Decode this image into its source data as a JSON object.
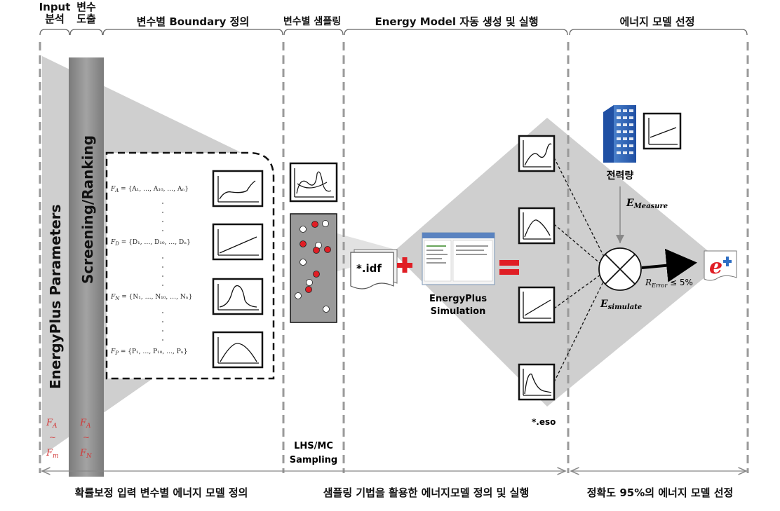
{
  "header": {
    "input_line1": "Input",
    "input_line2": "분석",
    "var_line1": "변수",
    "var_line2": "도출",
    "boundary": "변수별 Boundary 정의",
    "sampling": "변수별 샘플링",
    "model_gen": "Energy Model 자동 생성 및 실행",
    "selection": "에너지 모델 선정"
  },
  "labels": {
    "energyplus_params": "EnergyPlus Parameters",
    "screening": "Screening/Ranking",
    "fa_range_top": "F",
    "fa_range_top_sub": "A",
    "fa_range_tilde": "~",
    "fa_range_bottom": "F",
    "fa_range_bottom_sub": "m",
    "fn_range_top": "F",
    "fn_range_top_sub": "A",
    "fn_range_tilde": "~",
    "fn_range_bottom": "F",
    "fn_range_bottom_sub": "N",
    "lhs_line1": "LHS/MC",
    "lhs_line2": "Sampling",
    "idf": "*.idf",
    "sim_line1": "EnergyPlus",
    "sim_line2": "Simulation",
    "eso": "*.eso",
    "power": "전력량",
    "e_measure": "E",
    "e_measure_sub": "Measure",
    "e_simulate": "E",
    "e_simulate_sub": "simulate",
    "r_error": "R",
    "r_error_sub": "Error",
    "r_error_tail": " ≤ 5%"
  },
  "equations": [
    {
      "lhs": "F",
      "sub": "A",
      "rhs": " = {A₁, …, A₁₀, …, Aₙ}"
    },
    {
      "lhs": "F",
      "sub": "D",
      "rhs": " = {D₁, …, D₁₀, …, Dₙ}"
    },
    {
      "lhs": "F",
      "sub": "N",
      "rhs": " = {N₁, …, N₁₀, …, Nₙ}"
    },
    {
      "lhs": "F",
      "sub": "P",
      "rhs": " = {P₁, …, P₁₀, …, Pₙ}"
    }
  ],
  "footer": {
    "left": "확률보정 입력 변수별 에너지 모델 정의",
    "middle": "샘플링 기법을 활용한 에너지모델 정의 및 실행",
    "right": "정확도 95%의 에너지 모델 선정"
  },
  "colors": {
    "gray_region": "#cfcfcf",
    "bar": "#8c8c8c",
    "red": "#e01e25",
    "dash": "#9a9a9a",
    "building": "#2f6fc4"
  }
}
